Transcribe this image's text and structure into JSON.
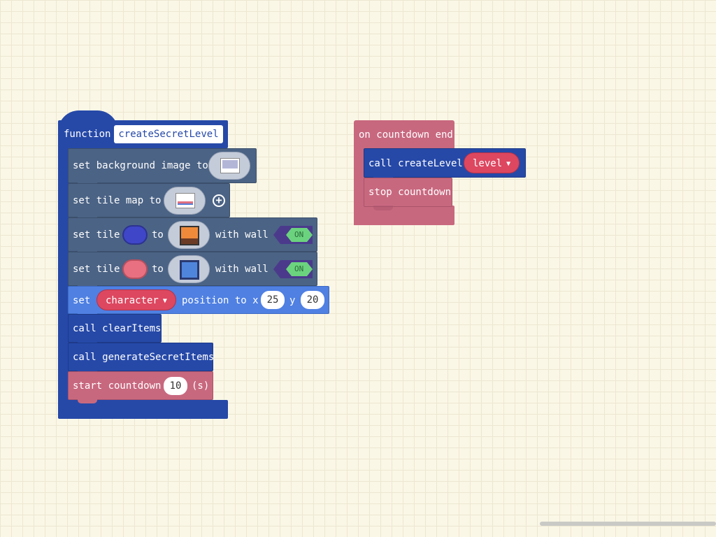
{
  "function_block": {
    "keyword": "function",
    "name": "createSecretLevel",
    "rows": {
      "set_bg": "set background image to",
      "set_tilemap": "set tile map to",
      "set_tile1_a": "set tile",
      "set_tile1_to": "to",
      "set_tile1_wall": "with wall",
      "set_tile1_toggle": "ON",
      "set_tile2_a": "set tile",
      "set_tile2_to": "to",
      "set_tile2_wall": "with wall",
      "set_tile2_toggle": "ON",
      "set_pos_a": "set",
      "set_pos_var": "character",
      "set_pos_b": "position to x",
      "set_pos_x": "25",
      "set_pos_y_label": "y",
      "set_pos_y": "20",
      "call_clear": "call clearItems",
      "call_generate": "call generateSecretItems",
      "start_countdown": "start countdown",
      "countdown_value": "10",
      "countdown_unit": "(s)"
    }
  },
  "event_block": {
    "header": "on countdown end",
    "call_create": "call createLevel",
    "call_create_arg": "level",
    "stop": "stop countdown"
  },
  "colors": {
    "function_blue": "#2649a8",
    "scene_slate": "#4b6385",
    "sprite_blue": "#4f80e2",
    "info_pink": "#c8687f",
    "variable_red": "#dd4760",
    "tile_blue": "#3f46c8",
    "tile_pink": "#e97080",
    "toggle_green": "#6bd37e",
    "toggle_purple": "#4b3a8c"
  },
  "icons": [
    "plus-circle-icon",
    "dropdown-caret-icon",
    "background-image-thumbnail",
    "tilemap-thumbnail",
    "orange-tile-image",
    "blue-tile-image"
  ]
}
